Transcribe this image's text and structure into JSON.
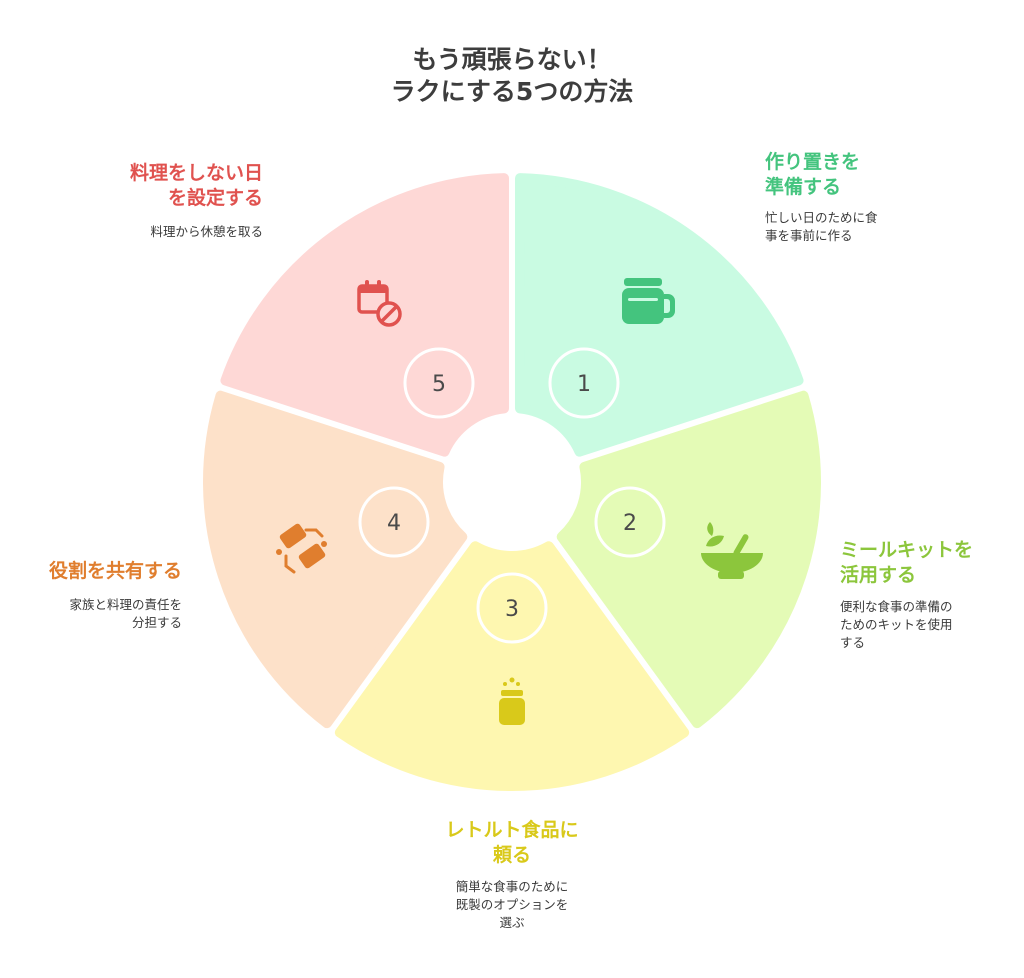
{
  "title": {
    "line1": "もう頑張らない！",
    "line2": "ラクにする5つの方法"
  },
  "steps": [
    {
      "number": "1",
      "heading_line1": "作り置きを",
      "heading_line2": "準備する",
      "desc_line1": "忙しい日のために食",
      "desc_line2": "事を事前に作る",
      "desc_line3": "",
      "icon": "mug-icon",
      "color": "#44c47e",
      "fill": "#c9fbe2"
    },
    {
      "number": "2",
      "heading_line1": "ミールキットを",
      "heading_line2": "活用する",
      "desc_line1": "便利な食事の準備の",
      "desc_line2": "ためのキットを使用",
      "desc_line3": "する",
      "icon": "mortar-pestle-icon",
      "color": "#8cc63c",
      "fill": "#e4fbb6"
    },
    {
      "number": "3",
      "heading_line1": "レトルト食品に",
      "heading_line2": "頼る",
      "desc_line1": "簡単な食事のために",
      "desc_line2": "既製のオプションを",
      "desc_line3": "選ぶ",
      "icon": "jar-icon",
      "color": "#d9c91a",
      "fill": "#fef7b0"
    },
    {
      "number": "4",
      "heading_line1": "役割を共有する",
      "heading_line2": "",
      "desc_line1": "家族と料理の責任を",
      "desc_line2": "分担する",
      "desc_line3": "",
      "icon": "handshake-icon",
      "color": "#e07e2e",
      "fill": "#fde1c9"
    },
    {
      "number": "5",
      "heading_line1": "料理をしない日",
      "heading_line2": "を設定する",
      "desc_line1": "料理から休憩を取る",
      "desc_line2": "",
      "desc_line3": "",
      "icon": "calendar-cancel-icon",
      "color": "#e0524f",
      "fill": "#fed8d6"
    }
  ]
}
